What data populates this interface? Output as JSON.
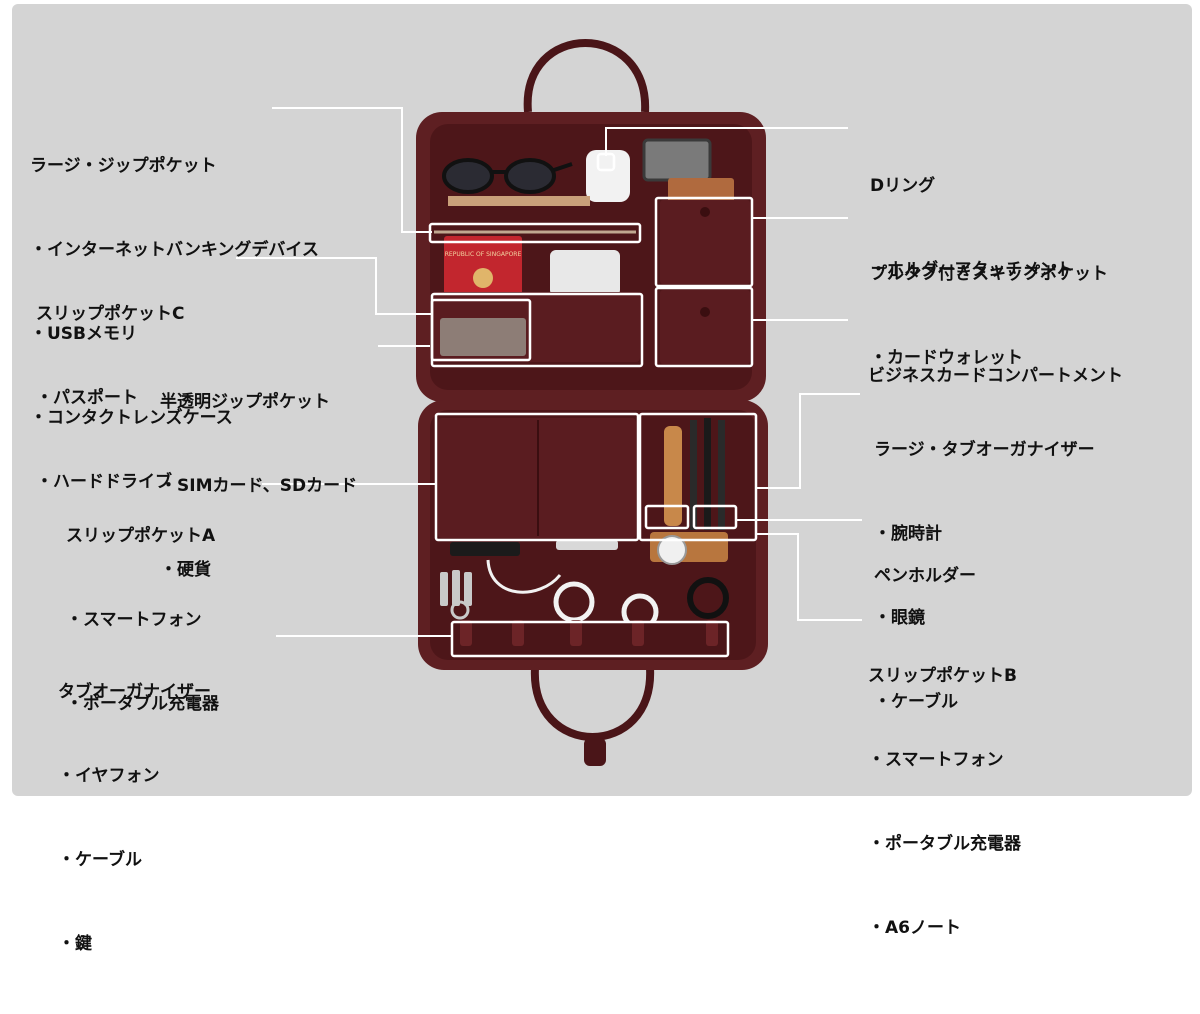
{
  "palette": {
    "background": "#d4d4d4",
    "leather": "#5e1f22",
    "leather_dark": "#3f1013",
    "highlight": "#ffffff",
    "text": "#111111"
  },
  "callouts": {
    "large_zip_pocket": {
      "title": "ラージ・ジップポケット",
      "items": [
        "・インターネットバンキングデバイス",
        "・USBメモリ",
        "・コンタクトレンズケース"
      ]
    },
    "slip_pocket_c": {
      "title": "スリップポケットC",
      "items": [
        "・パスポート",
        "・ハードドライブ"
      ]
    },
    "translucent_zip_pocket": {
      "title": "半透明ジップポケット",
      "items": [
        "・SIMカード、SDカード",
        "・硬貨"
      ]
    },
    "slip_pocket_a": {
      "title": "スリップポケットA",
      "items": [
        "・スマートフォン",
        "・ポータブル充電器"
      ]
    },
    "tab_organizer": {
      "title": "タブオーガナイザー",
      "items": [
        "・イヤフォン",
        "・ケーブル",
        "・鍵"
      ]
    },
    "d_ring": {
      "title": "Dリング",
      "items": [
        "・ホルダーアタッチメント"
      ]
    },
    "pull_tab_skip_pocket": {
      "title": "プルタブ付きスキップポケット",
      "items": [
        "・カードウォレット"
      ]
    },
    "business_card_compartment": {
      "title": "ビジネスカードコンパートメント",
      "items": []
    },
    "large_tab_organizer": {
      "title": "ラージ・タブオーガナイザー",
      "items": [
        "・腕時計",
        "・眼鏡",
        "・ケーブル"
      ]
    },
    "pen_holder": {
      "title": "ペンホルダー",
      "items": []
    },
    "slip_pocket_b": {
      "title": "スリップポケットB",
      "items": [
        "・スマートフォン",
        "・ポータブル充電器",
        "・A6ノート"
      ]
    }
  },
  "photo": {
    "passport_cover_text": "REPUBLIC OF SINGAPORE"
  }
}
